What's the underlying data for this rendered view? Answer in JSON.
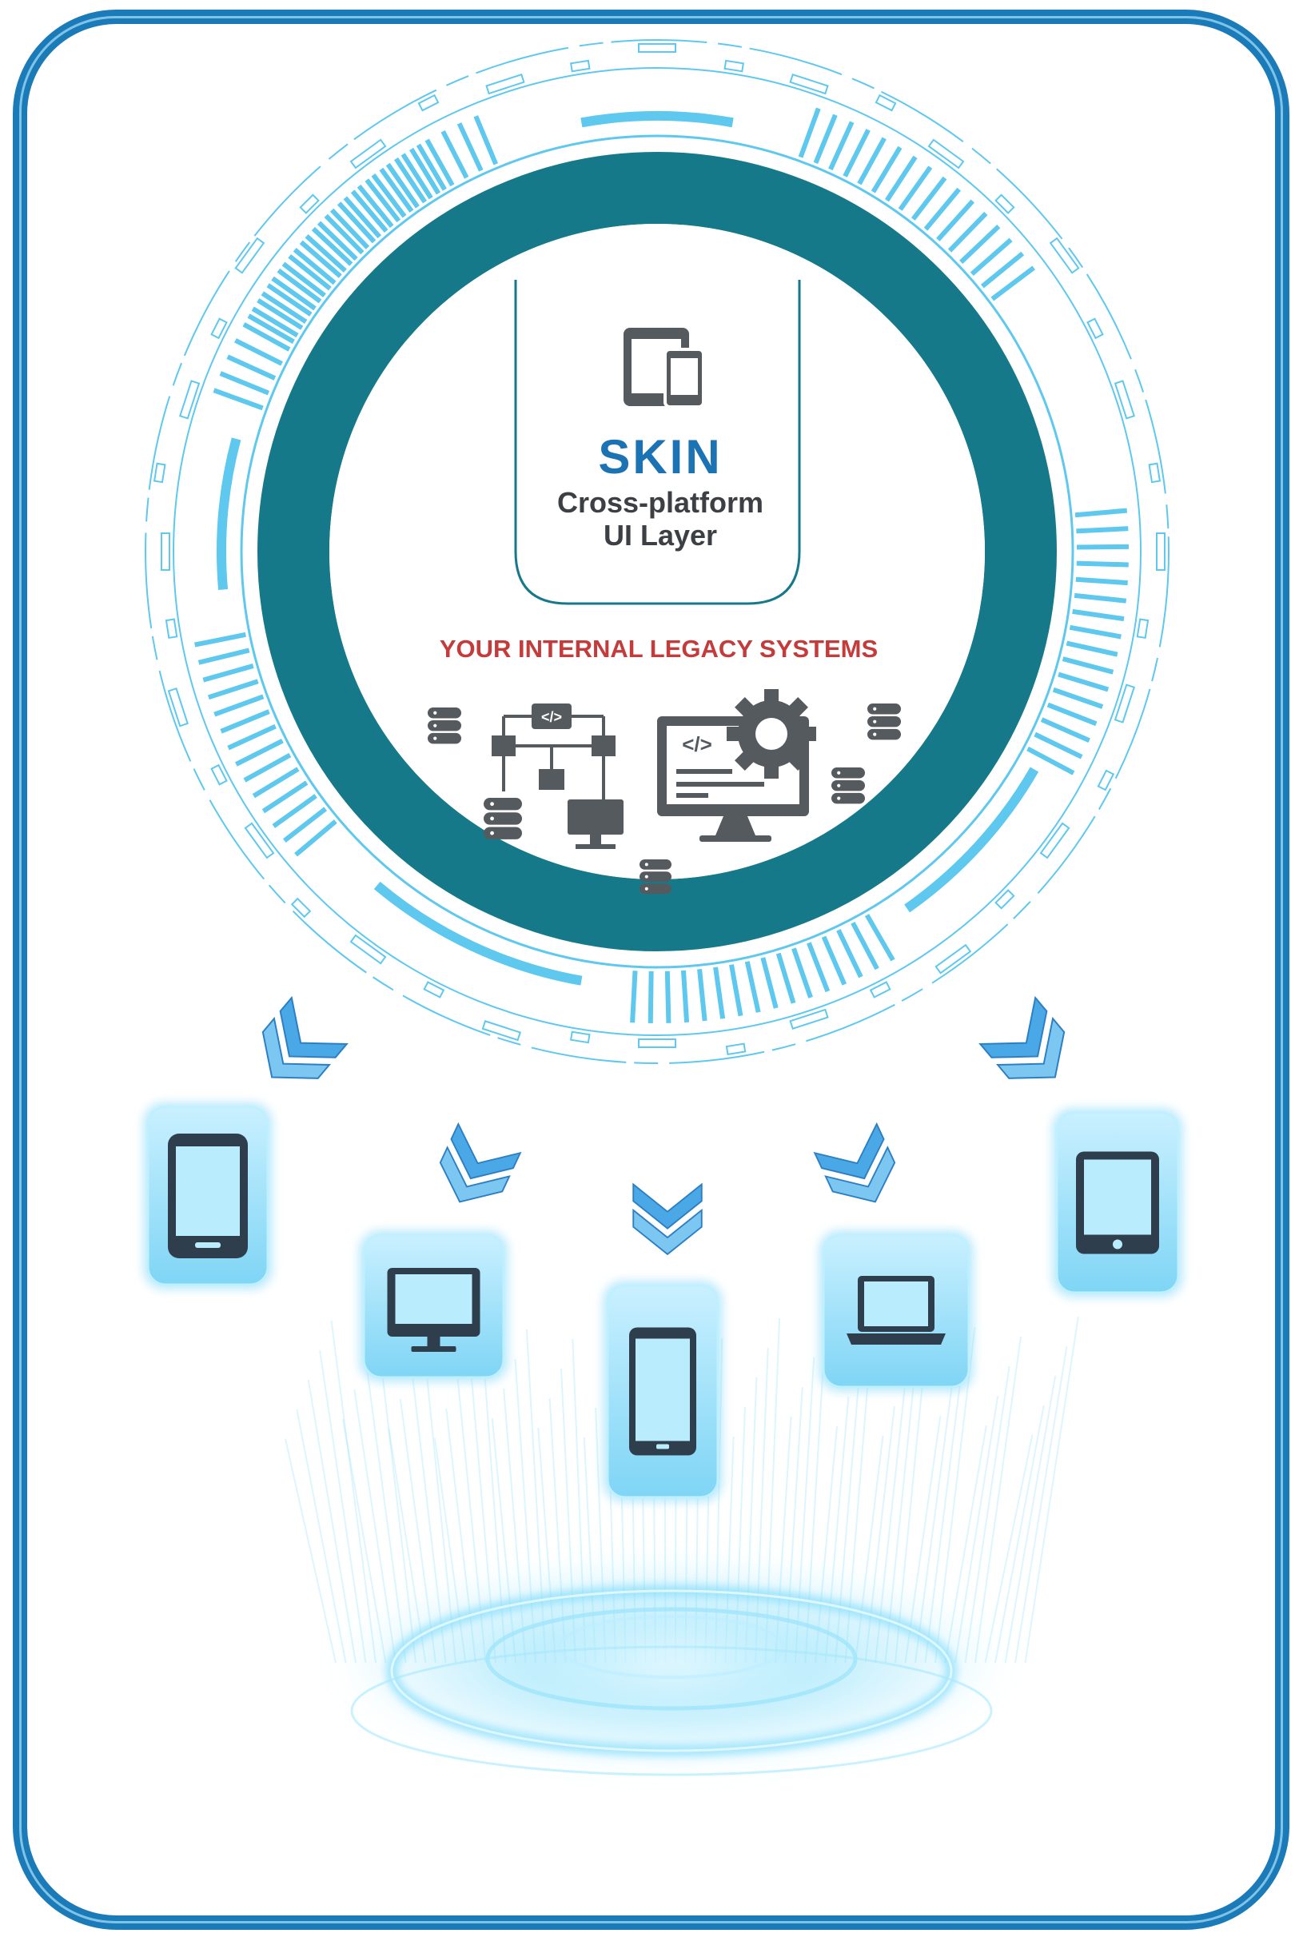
{
  "skin_card": {
    "title": "SKIN",
    "subtitle_line1": "Cross-platform",
    "subtitle_line2": "UI Layer",
    "icon": "tablet-phone-icon"
  },
  "legacy": {
    "heading": "YOUR INTERNAL LEGACY SYSTEMS",
    "icons": [
      "database-icon",
      "flowchart-code-icon",
      "monitor-code-gear-icon"
    ]
  },
  "devices": [
    {
      "id": "tablet-portrait",
      "icon": "tablet-icon"
    },
    {
      "id": "desktop",
      "icon": "desktop-monitor-icon"
    },
    {
      "id": "smartphone",
      "icon": "smartphone-icon"
    },
    {
      "id": "laptop",
      "icon": "laptop-icon"
    },
    {
      "id": "tablet",
      "icon": "tablet-icon"
    }
  ],
  "colors": {
    "frame": "#1b7ab8",
    "ring": "#16798a",
    "skin_title": "#1c73b4",
    "legacy_heading": "#c43b3b",
    "icon_gray": "#555a5f",
    "glow": "#63d2f5"
  }
}
